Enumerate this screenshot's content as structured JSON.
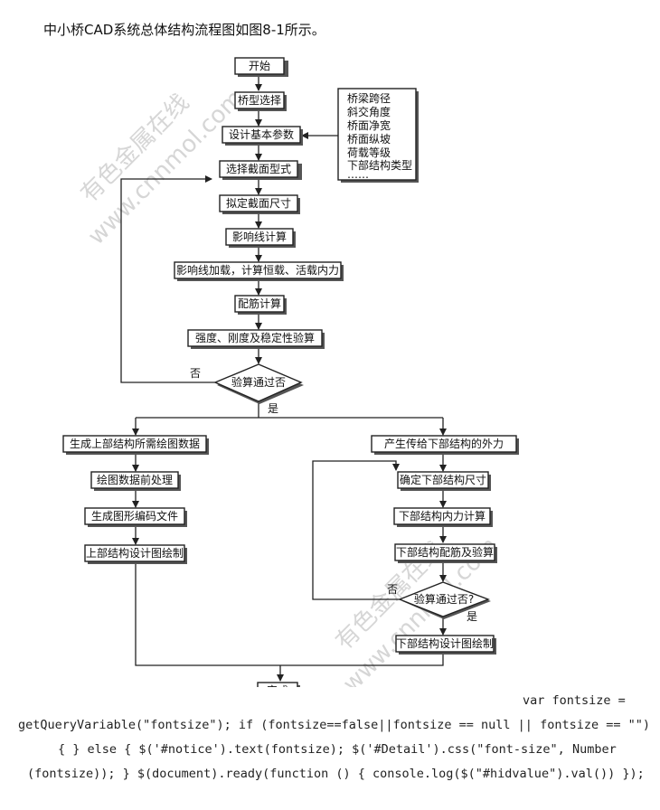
{
  "intro_text": "中小桥CAD系统总体结构流程图如图8-1所示。",
  "flow": {
    "start": "开始",
    "bridge_type": "桥型选择",
    "design_params": "设计基本参数",
    "params_list": [
      "桥梁跨径",
      "斜交角度",
      "桥面净宽",
      "桥面纵坡",
      "荷载等级",
      "下部结构类型",
      "……"
    ],
    "section_type": "选择截面型式",
    "section_size": "拟定截面尺寸",
    "influence_line": "影响线计算",
    "loading": "影响线加载，计算恒载、活载内力",
    "rebar": "配筋计算",
    "strength_check": "强度、刚度及稳定性验算",
    "check_pass": "验算通过否",
    "no_label": "否",
    "yes_label": "是",
    "upper_data": "生成上部结构所需绘图数据",
    "lower_force": "产生传给下部结构的外力",
    "preprocess": "绘图数据前处理",
    "graphic_file": "生成图形编码文件",
    "upper_drawing": "上部结构设计图绘制",
    "lower_size": "确定下部结构尺寸",
    "lower_force_calc": "下部结构内力计算",
    "lower_rebar": "下部结构配筋及验算",
    "lower_check": "验算通过否?",
    "lower_no": "否",
    "lower_yes": "是",
    "lower_drawing": "下部结构设计图绘制",
    "finish": "完成"
  },
  "watermark": {
    "line1": "有色金属在线",
    "line2": "www.cnnmol.com"
  },
  "code_lines": [
    "var fontsize =",
    "getQueryVariable(\"fontsize\"); if (fontsize==false||fontsize == null || fontsize == \"\")",
    "{ } else { $('#notice').text(fontsize); $('#Detail').css(\"font-size\", Number",
    "(fontsize)); } $(document).ready(function () { console.log($(\"#hidvalue\").val()) });"
  ]
}
